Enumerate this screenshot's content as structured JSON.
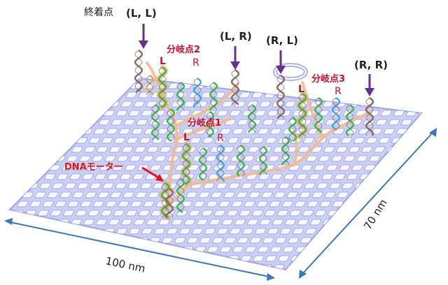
{
  "labels": {
    "endpoint_ll_prefix": "終着点",
    "endpoint_ll": "(L, L)",
    "endpoint_lr": "(L, R)",
    "endpoint_rl": "(R, L)",
    "endpoint_rr": "(R, R)",
    "branch1": "分岐点1",
    "branch2": "分岐点2",
    "branch3": "分岐点3",
    "branch1_l": "L",
    "branch1_r": "R",
    "branch2_l": "L",
    "branch2_r": "R",
    "branch3_l": "L",
    "branch3_r": "R",
    "motor": "DNAモーター",
    "width_dim": "100 nm",
    "depth_dim": "70 nm"
  },
  "colors": {
    "tile_fill": "#c9cdf3",
    "tile_stroke": "#9aa0e6",
    "path": "#f6b98a",
    "arrow_purple": "#6b2c91",
    "red_text": "#c8102e",
    "dimension": "#3a78b8",
    "helix_green": "#3cb54a",
    "helix_blue": "#4aa3df",
    "helix_brown": "#8b6a55",
    "helix_orange": "#f0a24a"
  }
}
